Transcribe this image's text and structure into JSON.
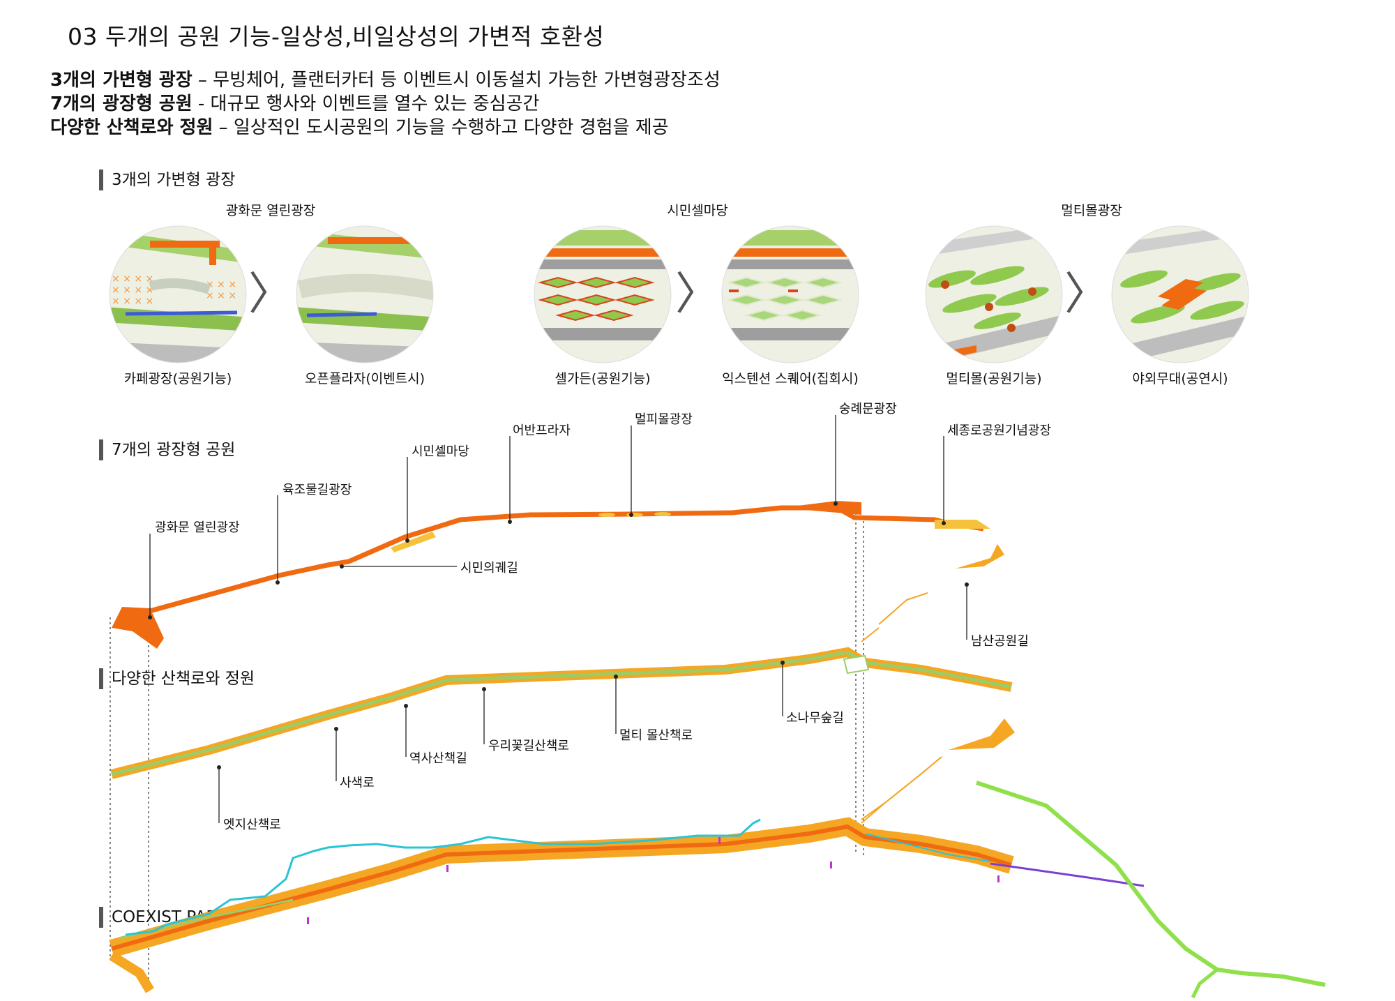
{
  "title": "03 두개의 공원 기능-일상성,비일상성의 가변적 호환성",
  "description": [
    {
      "bold": "3개의 가변형 광장",
      "text": " – 무빙체어, 플랜터카터 등 이벤트시 이동설치 가능한 가변형광장조성"
    },
    {
      "bold": "7개의 광장형 공원",
      "text": " - 대규모 행사와 이벤트를 열수 있는 중심공간"
    },
    {
      "bold": "다양한 산책로와 정원",
      "text": " – 일상적인 도시공원의 기능을 수행하고 다양한 경험을 제공"
    }
  ],
  "sections": {
    "variable_plazas": "3개의 가변형 광장",
    "plaza_parks": "7개의 광장형 공원",
    "paths_gardens": "다양한 산책로와 정원",
    "coexist": "COEXIST PARK"
  },
  "plaza_groups": [
    {
      "name": "광화문 열린광장",
      "before": "카페광장(공원기능)",
      "after": "오픈플라자(이벤트시)"
    },
    {
      "name": "시민셀마당",
      "before": "셀가든(공원기능)",
      "after": "익스텐션 스퀘어(집회시)"
    },
    {
      "name": "멀티몰광장",
      "before": "멀티몰(공원기능)",
      "after": "야외무대(공연시)"
    }
  ],
  "arrow_glyph": "〉",
  "park_labels": [
    "광화문 열린광장",
    "육조물길광장",
    "시민셀마당",
    "어반프라자",
    "멀피몰광장",
    "숭례문광장",
    "세종로공원기념광장",
    "시민의궤길",
    "남산공원길"
  ],
  "path_labels": [
    "엣지산책로",
    "사색로",
    "역사산책길",
    "우리꽃길산책로",
    "멀티 몰산책로",
    "소나무숲길"
  ],
  "colors": {
    "orange": "#f06a12",
    "light_orange": "#f5a623",
    "green": "#9ccc65",
    "cyan": "#29c4d6",
    "purple": "#7b3fd4",
    "lime": "#8fe04a",
    "gray": "#9e9e9e"
  }
}
